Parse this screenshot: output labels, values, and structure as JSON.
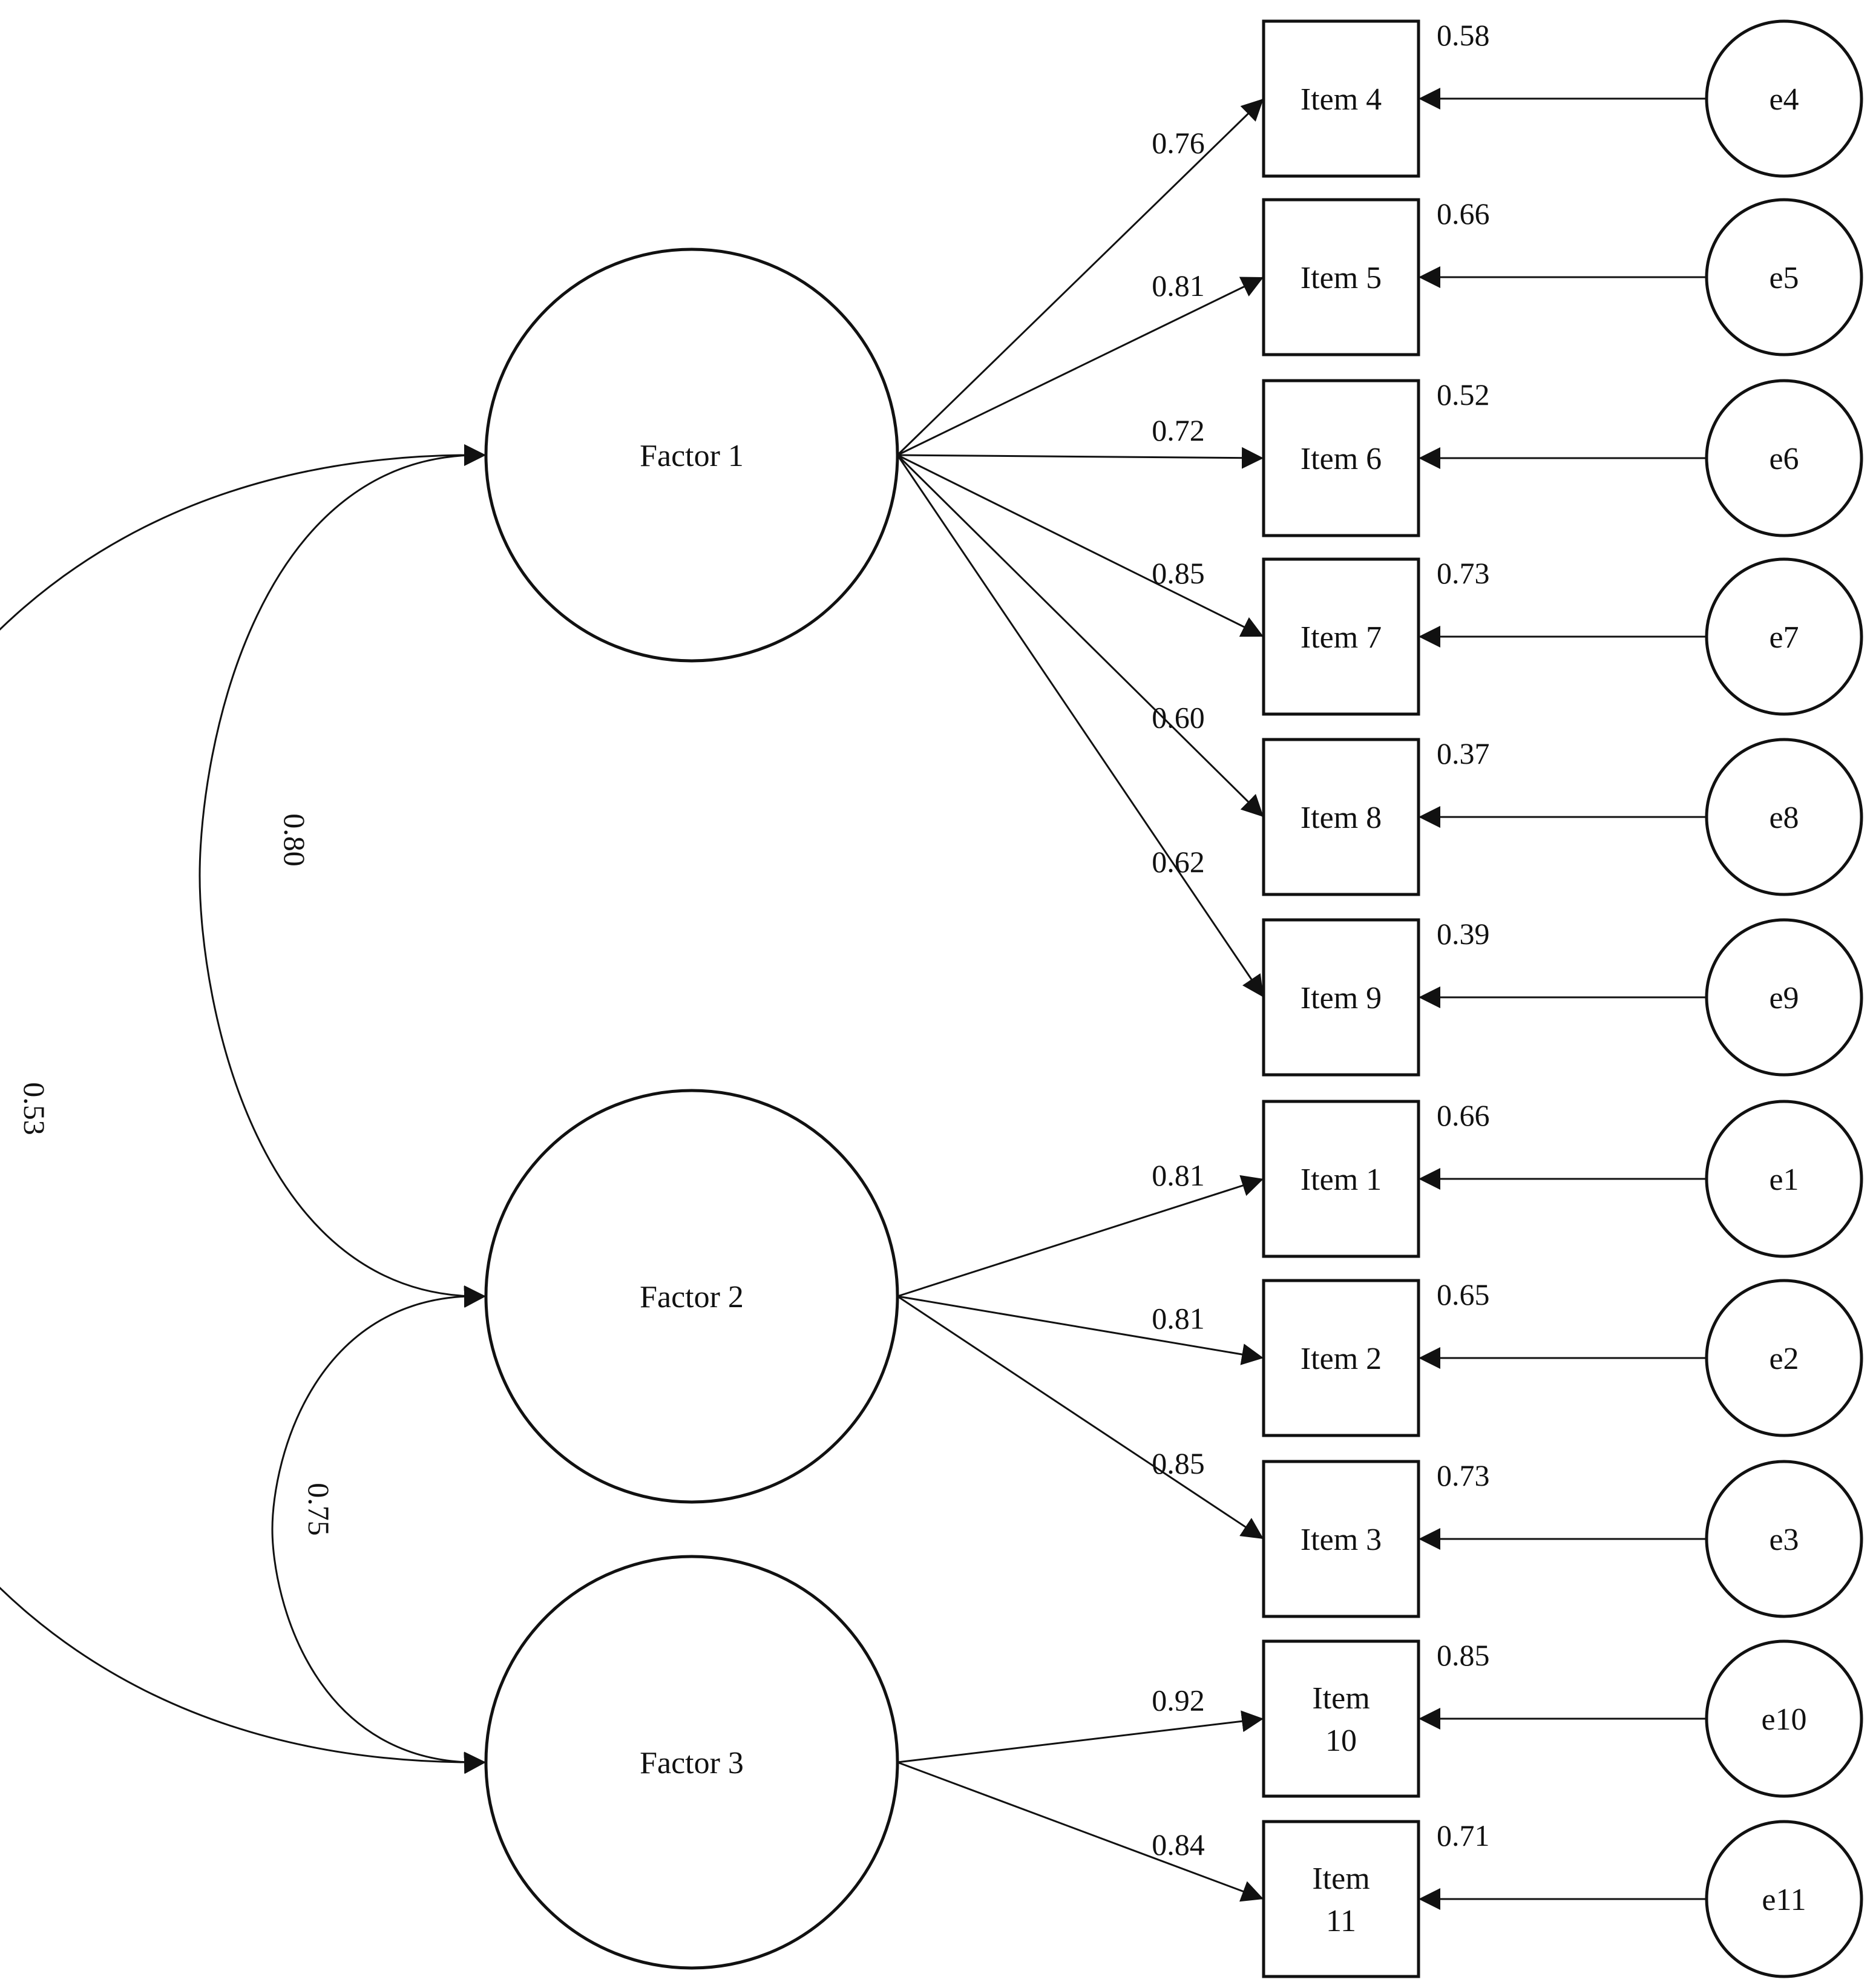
{
  "factors": [
    {
      "id": "f1",
      "label": "Factor 1"
    },
    {
      "id": "f2",
      "label": "Factor 2"
    },
    {
      "id": "f3",
      "label": "Factor 3"
    }
  ],
  "items": [
    {
      "id": "i4",
      "label": "Item 4",
      "label_lines": [
        "Item 4"
      ],
      "factor": "f1",
      "loading": "0.76",
      "r2": "0.58",
      "error": "e4"
    },
    {
      "id": "i5",
      "label": "Item 5",
      "label_lines": [
        "Item 5"
      ],
      "factor": "f1",
      "loading": "0.81",
      "r2": "0.66",
      "error": "e5"
    },
    {
      "id": "i6",
      "label": "Item 6",
      "label_lines": [
        "Item 6"
      ],
      "factor": "f1",
      "loading": "0.72",
      "r2": "0.52",
      "error": "e6"
    },
    {
      "id": "i7",
      "label": "Item 7",
      "label_lines": [
        "Item 7"
      ],
      "factor": "f1",
      "loading": "0.85",
      "r2": "0.73",
      "error": "e7"
    },
    {
      "id": "i8",
      "label": "Item 8",
      "label_lines": [
        "Item 8"
      ],
      "factor": "f1",
      "loading": "0.60",
      "r2": "0.37",
      "error": "e8"
    },
    {
      "id": "i9",
      "label": "Item 9",
      "label_lines": [
        "Item 9"
      ],
      "factor": "f1",
      "loading": "0.62",
      "r2": "0.39",
      "error": "e9"
    },
    {
      "id": "i1",
      "label": "Item 1",
      "label_lines": [
        "Item 1"
      ],
      "factor": "f2",
      "loading": "0.81",
      "r2": "0.66",
      "error": "e1"
    },
    {
      "id": "i2",
      "label": "Item 2",
      "label_lines": [
        "Item 2"
      ],
      "factor": "f2",
      "loading": "0.81",
      "r2": "0.65",
      "error": "e2"
    },
    {
      "id": "i3",
      "label": "Item 3",
      "label_lines": [
        "Item 3"
      ],
      "factor": "f2",
      "loading": "0.85",
      "r2": "0.73",
      "error": "e3"
    },
    {
      "id": "i10",
      "label": "Item 10",
      "label_lines": [
        "Item",
        "10"
      ],
      "factor": "f3",
      "loading": "0.92",
      "r2": "0.85",
      "error": "e10"
    },
    {
      "id": "i11",
      "label": "Item 11",
      "label_lines": [
        "Item",
        "11"
      ],
      "factor": "f3",
      "loading": "0.84",
      "r2": "0.71",
      "error": "e11"
    }
  ],
  "correlations": [
    {
      "from": "f1",
      "to": "f2",
      "value": "0.80"
    },
    {
      "from": "f2",
      "to": "f3",
      "value": "0.75"
    },
    {
      "from": "f1",
      "to": "f3",
      "value": "0.53"
    }
  ]
}
